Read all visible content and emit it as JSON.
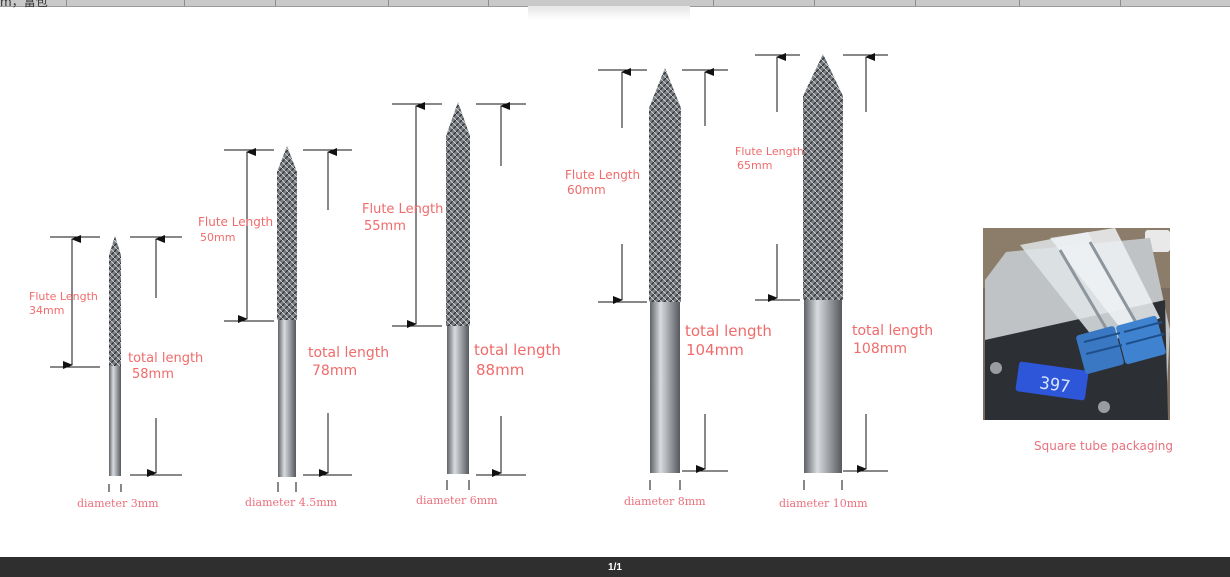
{
  "header": {
    "cut_text": "m，富包"
  },
  "footer": {
    "page_indicator": "1/1"
  },
  "bits": [
    {
      "flute_label": "Flute Length",
      "flute_value": "34mm",
      "total_label": "total length",
      "total_value": "58mm",
      "diameter": "diameter 3mm"
    },
    {
      "flute_label": "Flute Length",
      "flute_value": "50mm",
      "total_label": "total length",
      "total_value": "78mm",
      "diameter": "diameter 4.5mm"
    },
    {
      "flute_label": "Flute Length",
      "flute_value": "55mm",
      "total_label": "total length",
      "total_value": "88mm",
      "diameter": "diameter 6mm"
    },
    {
      "flute_label": "Flute Length",
      "flute_value": "60mm",
      "total_label": "total length",
      "total_value": "104mm",
      "diameter": "diameter 8mm"
    },
    {
      "flute_label": "Flute Length",
      "flute_value": "65mm",
      "total_label": "total length",
      "total_value": "108mm",
      "diameter": "diameter 10mm"
    }
  ],
  "packaging": {
    "caption": "Square tube packaging",
    "scale_reading": "397"
  },
  "colors": {
    "label": "#f06b6b",
    "steel": "#9ea2a6",
    "background": "#ffffff",
    "footer": "#2f2f2f"
  }
}
